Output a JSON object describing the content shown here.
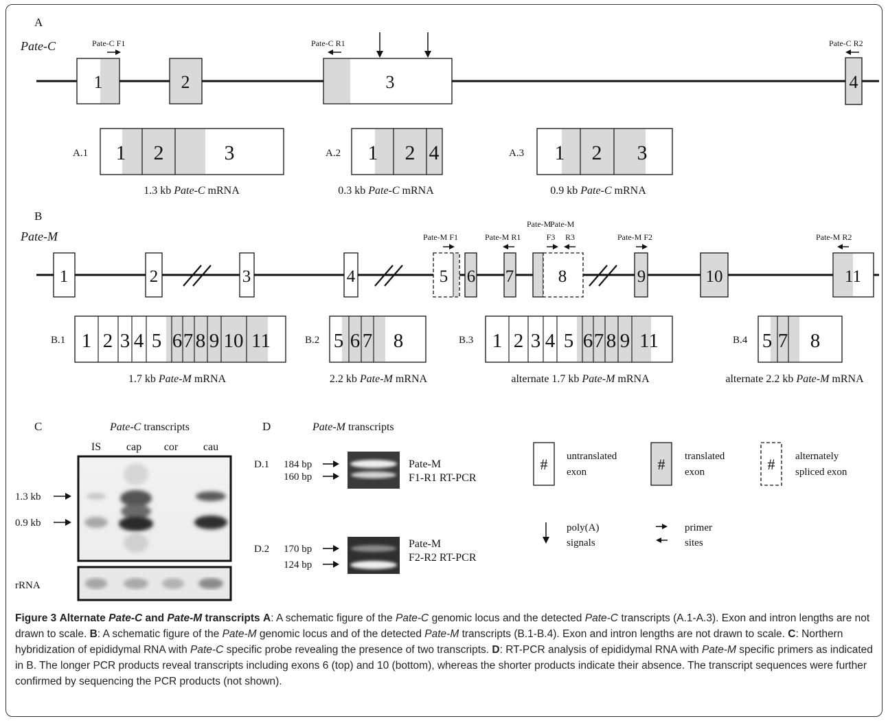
{
  "panelA": {
    "letter": "A",
    "gene": "Pate-C",
    "exons": [
      "1",
      "2",
      "3",
      "4"
    ],
    "primers": {
      "f1": "Pate-C F1",
      "r1": "Pate-C R1",
      "r2": "Pate-C R2"
    },
    "transcripts": [
      {
        "id": "A.1",
        "exons": [
          "1",
          "2",
          "3"
        ],
        "size": "1.3 kb",
        "gene": "Pate-C",
        "unit": "mRNA"
      },
      {
        "id": "A.2",
        "exons": [
          "1",
          "2",
          "4"
        ],
        "size": "0.3 kb",
        "gene": "Pate-C",
        "unit": "mRNA"
      },
      {
        "id": "A.3",
        "exons": [
          "1",
          "2",
          "3"
        ],
        "size": "0.9 kb",
        "gene": "Pate-C",
        "unit": "mRNA"
      }
    ]
  },
  "panelB": {
    "letter": "B",
    "gene": "Pate-M",
    "exons": [
      "1",
      "2",
      "3",
      "4",
      "5",
      "6",
      "7",
      "8",
      "9",
      "10",
      "11"
    ],
    "primers": {
      "f1": "Pate-M F1",
      "r1": "Pate-M R1",
      "f3a": "Pate-M",
      "f3b": "F3",
      "r3a": "Pate-M",
      "r3b": "R3",
      "f2": "Pate-M F2",
      "r2": "Pate-M R2"
    },
    "transcripts": [
      {
        "id": "B.1",
        "exons": [
          "1",
          "2",
          "3",
          "4",
          "5",
          "6",
          "7",
          "8",
          "9",
          "10",
          "11"
        ],
        "prefix": "",
        "size": "1.7 kb",
        "gene": "Pate-M",
        "unit": "mRNA"
      },
      {
        "id": "B.2",
        "exons": [
          "5",
          "6",
          "7",
          "8"
        ],
        "prefix": "",
        "size": "2.2 kb",
        "gene": "Pate-M",
        "unit": "mRNA"
      },
      {
        "id": "B.3",
        "exons": [
          "1",
          "2",
          "3",
          "4",
          "5",
          "6",
          "7",
          "8",
          "9",
          "11"
        ],
        "prefix": "alternate",
        "size": "1.7 kb",
        "gene": "Pate-M",
        "unit": "mRNA"
      },
      {
        "id": "B.4",
        "exons": [
          "5",
          "7",
          "8"
        ],
        "prefix": "alternate",
        "size": "2.2 kb",
        "gene": "Pate-M",
        "unit": "mRNA"
      }
    ]
  },
  "panelC": {
    "letter": "C",
    "title_gene": "Pate-C",
    "title_rest": "transcripts",
    "lanes": [
      "IS",
      "cap",
      "cor",
      "cau"
    ],
    "markers": [
      "1.3 kb",
      "0.9 kb"
    ],
    "bottom_label": "rRNA"
  },
  "panelD": {
    "letter": "D",
    "title_gene": "Pate-M",
    "title_rest": "transcripts",
    "gels": [
      {
        "id": "D.1",
        "bands": [
          "184 bp",
          "160 bp"
        ],
        "label1": "Pate-M",
        "label2": "F1-R1 RT-PCR"
      },
      {
        "id": "D.2",
        "bands": [
          "170 bp",
          "124 bp"
        ],
        "label1": "Pate-M",
        "label2": "F2-R2 RT-PCR"
      }
    ]
  },
  "legend": {
    "symbol": "#",
    "untranslated": [
      "untranslated",
      "exon"
    ],
    "translated": [
      "translated",
      "exon"
    ],
    "alternate": [
      "alternately",
      "spliced exon"
    ],
    "polyA": [
      "poly(A)",
      "signals"
    ],
    "primer": [
      "primer",
      "sites"
    ]
  },
  "caption": {
    "figure": "Figure 3",
    "title_a": "Alternate",
    "title_gene1": "Pate-C",
    "title_and": "and",
    "title_gene2": "Pate-M",
    "title_b": "transcripts",
    "A_label": "A",
    "A_text1": ": A schematic figure of the",
    "A_gene": "Pate-C",
    "A_text2": "genomic locus and the detected",
    "A_gene2": "Pate-C",
    "A_text3": "transcripts (A.1-A.3). Exon and intron lengths are not drawn to scale.",
    "B_label": "B",
    "B_text1": ": A schematic figure of the",
    "B_gene": "Pate-M",
    "B_text2": "genomic locus and of the detected",
    "B_gene2": "Pate-M",
    "B_text3": "transcripts (B.1-B.4). Exon and intron lengths are not drawn to scale.",
    "C_label": "C",
    "C_text1": ": Northern hybridization of epididymal RNA with",
    "C_gene": "Pate-C",
    "C_text2": "specific probe revealing the presence of two transcripts.",
    "D_label": "D",
    "D_text1": ": RT-PCR analysis of epididymal RNA with",
    "D_gene": "Pate-M",
    "D_text2": "specific primers as indicated in B. The longer PCR products reveal transcripts including exons 6 (top) and 10 (bottom), whereas the shorter products indicate their absence. The transcript sequences were further confirmed by sequencing the PCR products (not shown)."
  }
}
